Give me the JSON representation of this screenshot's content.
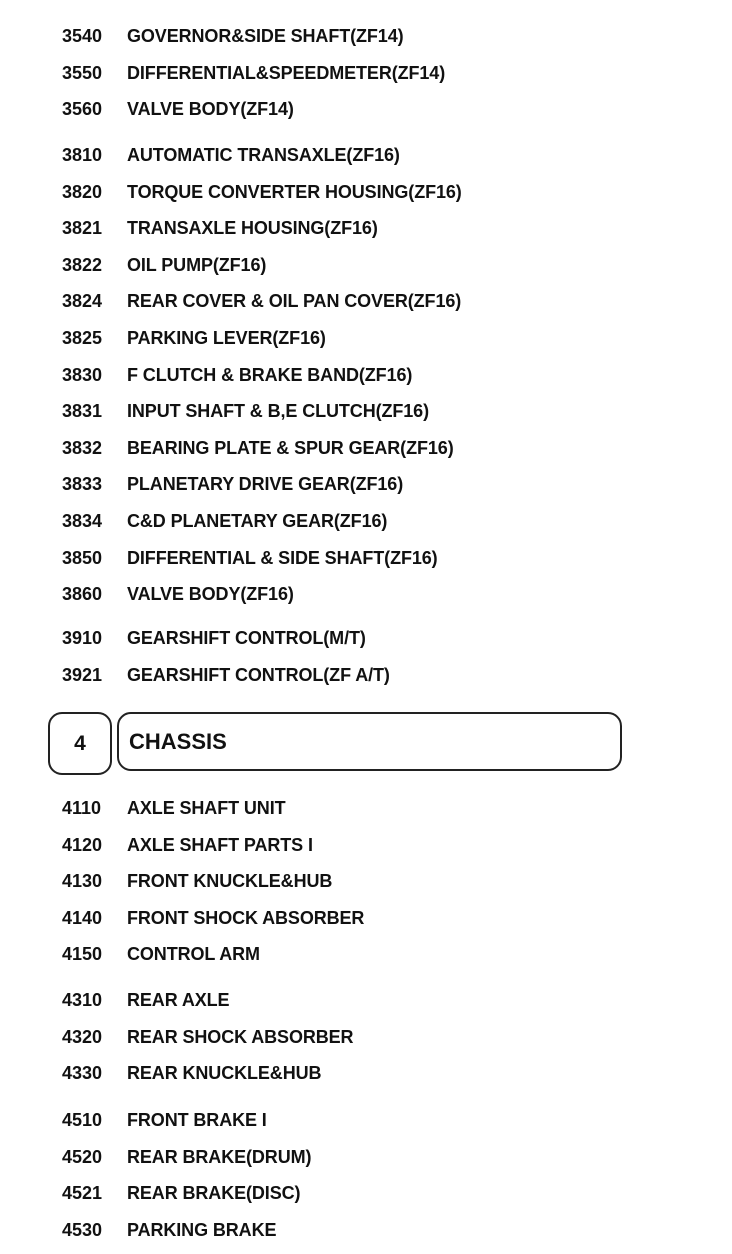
{
  "groups": [
    [
      {
        "code": "3540",
        "label": "GOVERNOR&SIDE SHAFT(ZF14)"
      },
      {
        "code": "3550",
        "label": "DIFFERENTIAL&SPEEDMETER(ZF14)"
      },
      {
        "code": "3560",
        "label": "VALVE BODY(ZF14)"
      }
    ],
    [
      {
        "code": "3810",
        "label": "AUTOMATIC TRANSAXLE(ZF16)"
      },
      {
        "code": "3820",
        "label": "TORQUE CONVERTER HOUSING(ZF16)"
      },
      {
        "code": "3821",
        "label": "TRANSAXLE HOUSING(ZF16)"
      },
      {
        "code": "3822",
        "label": "OIL PUMP(ZF16)"
      },
      {
        "code": "3824",
        "label": "REAR COVER & OIL PAN COVER(ZF16)"
      },
      {
        "code": "3825",
        "label": "PARKING LEVER(ZF16)"
      },
      {
        "code": "3830",
        "label": "F CLUTCH & BRAKE BAND(ZF16)"
      },
      {
        "code": "3831",
        "label": "INPUT SHAFT & B,E CLUTCH(ZF16)"
      },
      {
        "code": "3832",
        "label": "BEARING PLATE & SPUR GEAR(ZF16)"
      },
      {
        "code": "3833",
        "label": "PLANETARY DRIVE GEAR(ZF16)"
      },
      {
        "code": "3834",
        "label": "C&D PLANETARY GEAR(ZF16)"
      },
      {
        "code": "3850",
        "label": "DIFFERENTIAL & SIDE SHAFT(ZF16)"
      },
      {
        "code": "3860",
        "label": "VALVE BODY(ZF16)"
      }
    ],
    [
      {
        "code": "3910",
        "label": "GEARSHIFT CONTROL(M/T)"
      },
      {
        "code": "3921",
        "label": "GEARSHIFT CONTROL(ZF A/T)"
      }
    ],
    [
      {
        "code": "4110",
        "label": "AXLE SHAFT UNIT"
      },
      {
        "code": "4120",
        "label": "AXLE SHAFT PARTS I"
      },
      {
        "code": "4130",
        "label": "FRONT KNUCKLE&HUB"
      },
      {
        "code": "4140",
        "label": "FRONT SHOCK ABSORBER"
      },
      {
        "code": "4150",
        "label": "CONTROL ARM"
      }
    ],
    [
      {
        "code": "4310",
        "label": "REAR AXLE"
      },
      {
        "code": "4320",
        "label": "REAR SHOCK ABSORBER"
      },
      {
        "code": "4330",
        "label": "REAR KNUCKLE&HUB"
      }
    ],
    [
      {
        "code": "4510",
        "label": "FRONT BRAKE I"
      },
      {
        "code": "4520",
        "label": "REAR BRAKE(DRUM)"
      },
      {
        "code": "4521",
        "label": "REAR BRAKE(DISC)"
      },
      {
        "code": "4530",
        "label": "PARKING BRAKE"
      }
    ]
  ],
  "section": {
    "number": "4",
    "title": "CHASSIS"
  }
}
